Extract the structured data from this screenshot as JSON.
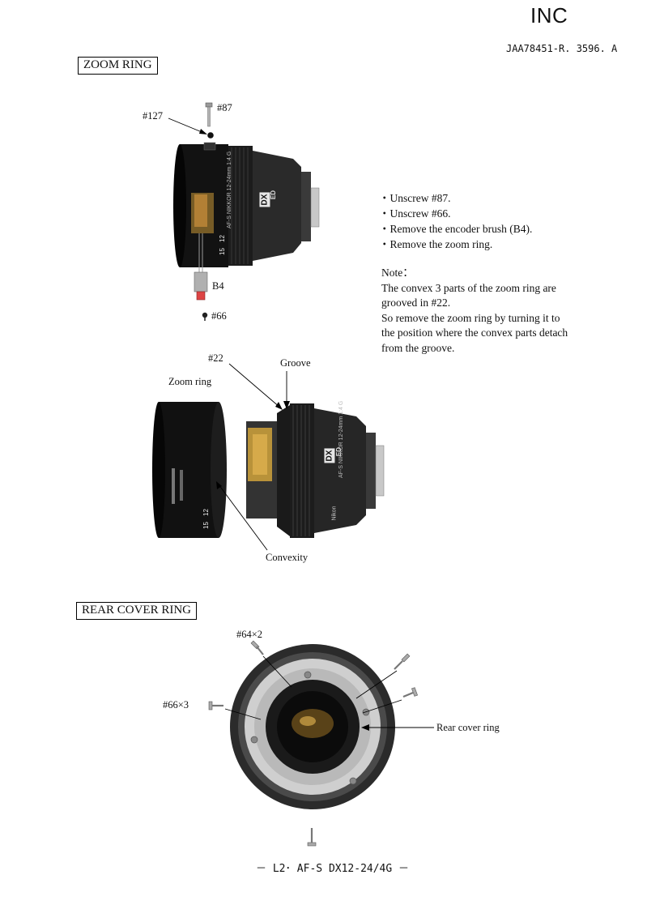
{
  "header": {
    "brand": "INC",
    "doc_number": "JAA78451-R. 3596. A"
  },
  "zoom_ring": {
    "title": "ZOOM RING",
    "labels": {
      "p127": "#127",
      "p87": "#87",
      "b4": "B4",
      "p66": "#66"
    },
    "steps": [
      "・Unscrew #87.",
      "・Unscrew #66.",
      "・Remove the encoder brush (B4).",
      "・Remove the zoom ring."
    ],
    "note_heading": "Note：",
    "note_lines": [
      "The convex 3 parts of the zoom ring are",
      "grooved in #22.",
      "So remove the zoom ring by turning it to",
      "the position where the convex parts detach",
      "from the groove."
    ],
    "figure2_labels": {
      "p22": "#22",
      "groove": "Groove",
      "zoom_ring": "Zoom ring",
      "convexity": "Convexity"
    }
  },
  "rear_cover_ring": {
    "title": "REAR COVER RING",
    "labels": {
      "p64": "#64×2",
      "p66": "#66×3",
      "rear_cover_ring": "Rear cover ring"
    }
  },
  "footer": {
    "text": "－ L2･ AF-S DX12-24/4G －"
  },
  "lens_print": {
    "dx": "DX",
    "ed": "ED",
    "scale_12": "12",
    "scale_15": "15",
    "brand": "Nikon",
    "model": "AF-S NIKKOR 12-24mm 1:4 G"
  }
}
